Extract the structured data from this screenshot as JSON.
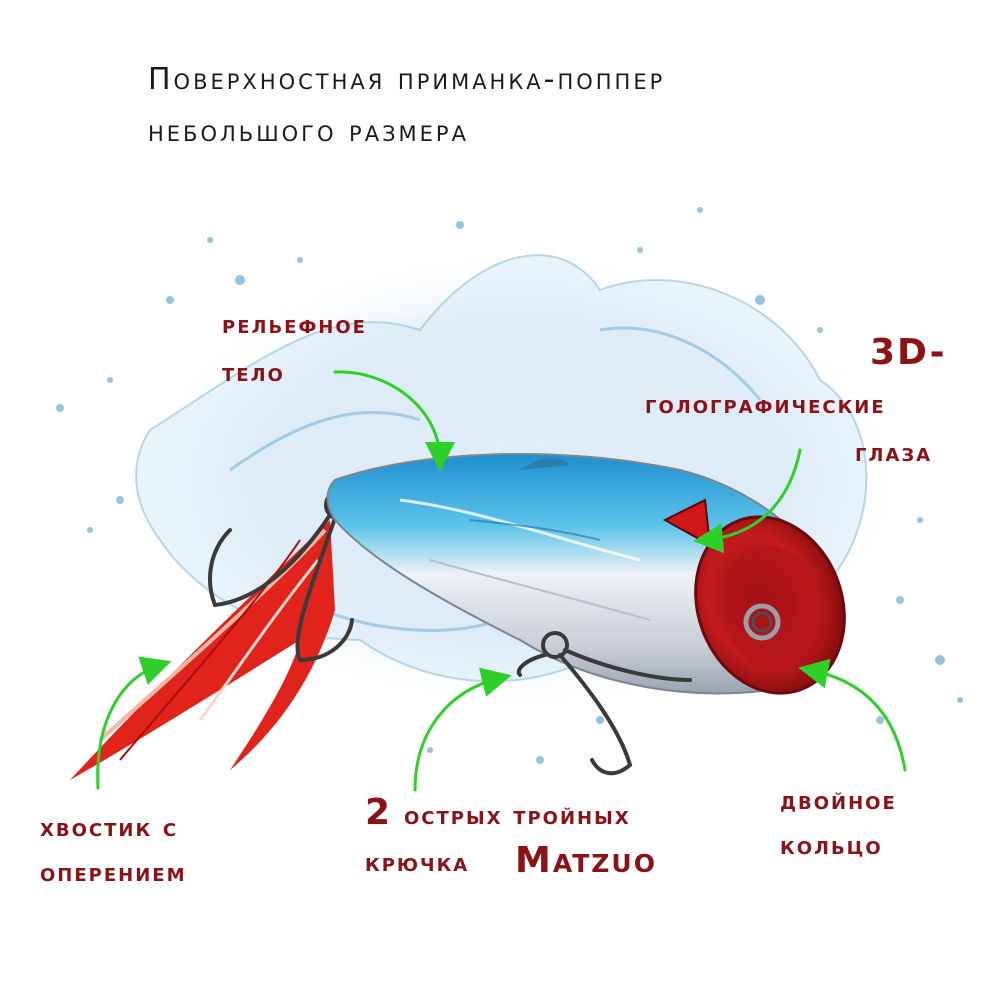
{
  "title": {
    "line1": "Поверхностная приманка-поппер",
    "line2": "небольшого размера"
  },
  "labels": {
    "body": [
      "рельефное",
      "тело"
    ],
    "eyes": [
      "3D-",
      "голографические",
      "глаза"
    ],
    "tail": [
      "хвостик с",
      "оперением"
    ],
    "hooks": [
      "2",
      "острых тройных",
      "крючка",
      "Matzuo"
    ],
    "ring": [
      "двойное",
      "кольцо"
    ]
  },
  "colors": {
    "label": "#8b1216",
    "arrow": "#2fcf2a",
    "splash": "#7fb6d8",
    "lure_back": "#2aa6d8",
    "lure_belly": "#d9dde2",
    "lure_head": "#c21a1c",
    "feather": "#e0241c"
  },
  "icons": [
    "water-splash",
    "popper-lure",
    "treble-hook",
    "split-ring",
    "feather-tail",
    "curved-arrow"
  ]
}
